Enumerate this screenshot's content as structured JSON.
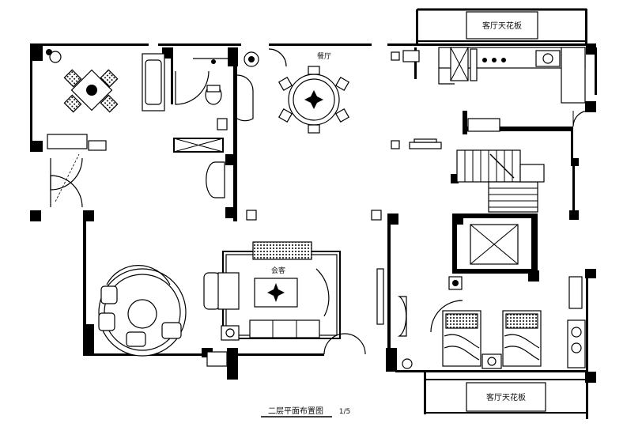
{
  "labels": {
    "dining_room": "餐厅",
    "living_room": "会客",
    "top_right_room": "客厅天花板",
    "bottom_right_room": "客厅天花板",
    "plan_caption": "二层平面布置图",
    "plan_scale": "1/5"
  },
  "colors": {
    "ink": "#000000",
    "paper": "#ffffff"
  }
}
